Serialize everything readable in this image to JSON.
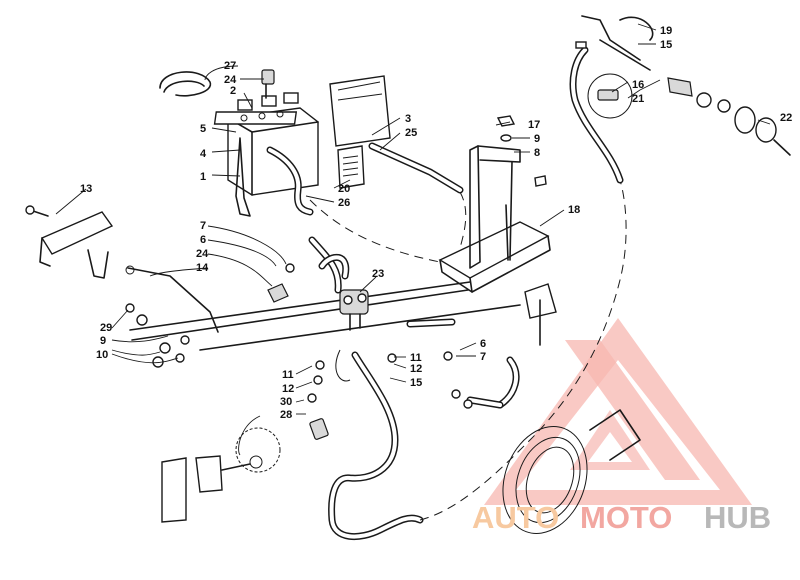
{
  "diagram": {
    "callouts": [
      {
        "id": "c1",
        "text": "1"
      },
      {
        "id": "c2",
        "text": "2"
      },
      {
        "id": "c3",
        "text": "3"
      },
      {
        "id": "c4",
        "text": "4"
      },
      {
        "id": "c5",
        "text": "5"
      },
      {
        "id": "c6a",
        "text": "6"
      },
      {
        "id": "c6b",
        "text": "6"
      },
      {
        "id": "c7a",
        "text": "7"
      },
      {
        "id": "c7b",
        "text": "7"
      },
      {
        "id": "c8",
        "text": "8"
      },
      {
        "id": "c9a",
        "text": "9"
      },
      {
        "id": "c9b",
        "text": "9"
      },
      {
        "id": "c10",
        "text": "10"
      },
      {
        "id": "c11a",
        "text": "11"
      },
      {
        "id": "c11b",
        "text": "11"
      },
      {
        "id": "c12a",
        "text": "12"
      },
      {
        "id": "c12b",
        "text": "12"
      },
      {
        "id": "c13",
        "text": "13"
      },
      {
        "id": "c14",
        "text": "14"
      },
      {
        "id": "c15a",
        "text": "15"
      },
      {
        "id": "c15b",
        "text": "15"
      },
      {
        "id": "c16",
        "text": "16"
      },
      {
        "id": "c17",
        "text": "17"
      },
      {
        "id": "c18",
        "text": "18"
      },
      {
        "id": "c19",
        "text": "19"
      },
      {
        "id": "c20",
        "text": "20"
      },
      {
        "id": "c21",
        "text": "21"
      },
      {
        "id": "c22",
        "text": "22"
      },
      {
        "id": "c23",
        "text": "23"
      },
      {
        "id": "c24a",
        "text": "24"
      },
      {
        "id": "c24b",
        "text": "24"
      },
      {
        "id": "c25",
        "text": "25"
      },
      {
        "id": "c26",
        "text": "26"
      },
      {
        "id": "c27",
        "text": "27"
      },
      {
        "id": "c28",
        "text": "28"
      },
      {
        "id": "c29",
        "text": "29"
      },
      {
        "id": "c30",
        "text": "30"
      }
    ]
  },
  "watermark": {
    "word_1": "AUTO",
    "word_2": "MOTO",
    "word_3": "HUB",
    "colors": {
      "primary": "#f2a7a1",
      "secondary": "#f7c9a0",
      "tertiary": "#b8b8b8"
    }
  }
}
